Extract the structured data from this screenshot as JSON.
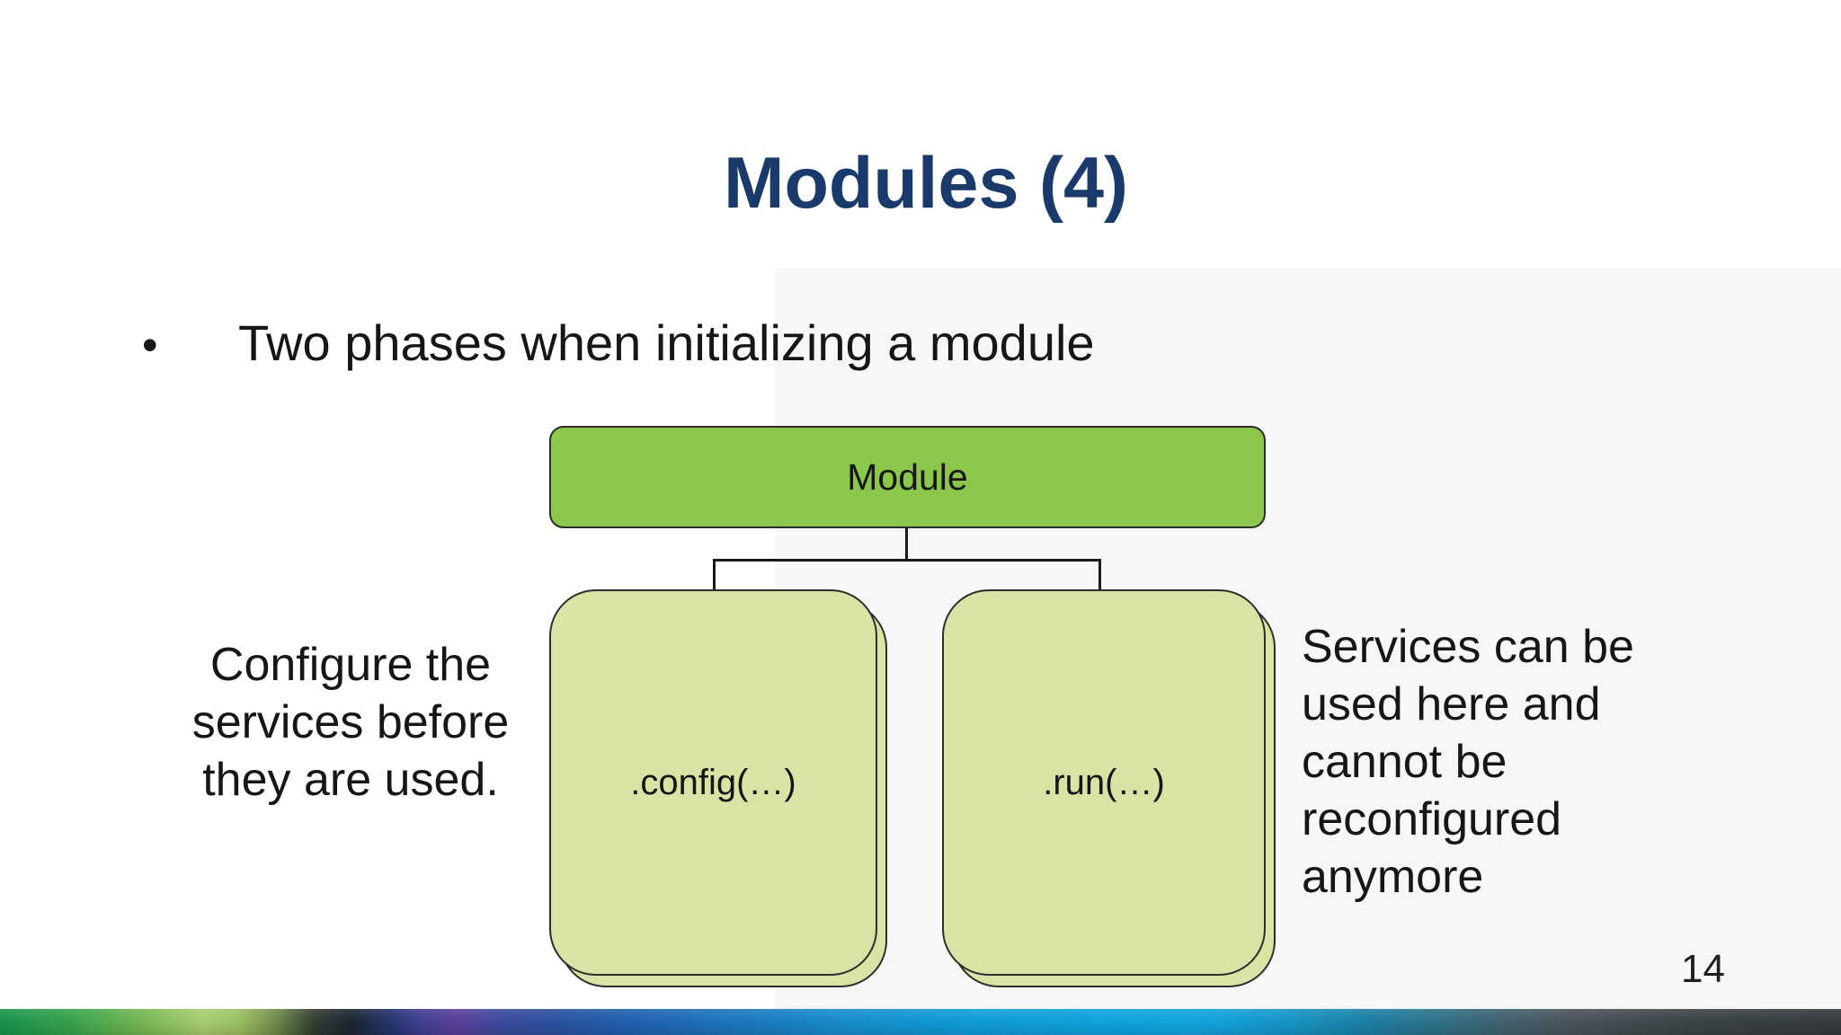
{
  "slide": {
    "title": "Modules (4)",
    "bullet_marker": "•",
    "bullet_text": "Two phases when initializing a module",
    "page_number": "14"
  },
  "diagram": {
    "module_label": "Module",
    "config_label": ".config(…)",
    "run_label": ".run(…)"
  },
  "captions": {
    "left_lines": [
      "Configure the",
      "services before",
      "they are used."
    ],
    "right_lines": [
      "Services can be",
      "used here and",
      "cannot be",
      "reconfigured",
      "anymore"
    ]
  },
  "colors": {
    "title_navy": "#1a3a6b",
    "module_fill": "#8cc64a",
    "child_fill": "#dae3a6",
    "outline": "#2d2d2d",
    "band_green": "#18934b",
    "band_yellow_green": "#a9cd72",
    "band_purple": "#5a3f9d",
    "band_cyan": "#0fa3dd",
    "band_slate": "#3c4347"
  }
}
